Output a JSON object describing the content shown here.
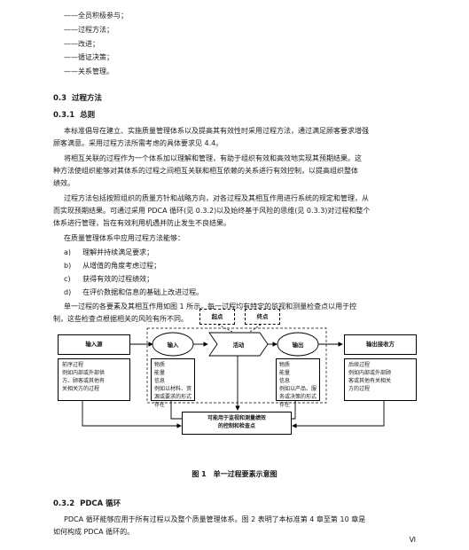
{
  "top_list": [
    "——全员积极参与；",
    "——过程方法；",
    "——改进；",
    "——循证决策；",
    "——关系管理。"
  ],
  "s03": {
    "num": "0.3",
    "title": "过程方法"
  },
  "s031": {
    "num": "0.3.1",
    "title": "总则"
  },
  "para1": [
    "本标准倡导在建立、实施质量管理体系以及提高其有效性时采用过程方法，通过满足顾客要求增强",
    "顾客满意。采用过程方法所需考虑的具体要求见 4.4。"
  ],
  "para2": [
    "将相互关联的过程作为一个体系加以理解和管理，有助于组织有效和高效地实现其预期结果。这",
    "种方法使组织能够对其体系的过程之间相互关联和相互依赖的关系进行有效控制，以提高组织整体",
    "绩效。"
  ],
  "para3": [
    "过程方法包括按照组织的质量方针和战略方向，对各过程及其相互作用进行系统的规定和管理，从",
    "而实现预期结果。可通过采用 PDCA 循环(见 0.3.2)以及始终基于风险的思维(见 0.3.3)对过程和整个",
    "体系进行管理，旨在有效利用机遇并防止发生不良结果。"
  ],
  "para4": "在质量管理体系中应用过程方法能够：",
  "apps": [
    {
      "label": "a)",
      "text": "理解并持续满足要求；"
    },
    {
      "label": "b)",
      "text": "从增值的角度考虑过程；"
    },
    {
      "label": "c)",
      "text": "获得有效的过程绩效；"
    },
    {
      "label": "d)",
      "text": "在评价数据和信息的基础上改进过程。"
    }
  ],
  "para5": [
    "单一过程的各要素及其相互作用如图 1 所示。每一过程均有特定的监视和测量检查点以用于控",
    "制，这些检查点根据相关的风险有所不同。"
  ],
  "diagram": {
    "start": "起点",
    "end": "终点",
    "input_source": {
      "title": "输入源",
      "lines": [
        "前序过程",
        "例如内部或外部供",
        "方、顾客或其他有",
        "关相关方的过程"
      ]
    },
    "input": {
      "title": "输入",
      "lines": [
        "物质",
        "能量",
        "信息",
        "例如以材料、资",
        "源或要求的形式",
        "存在"
      ]
    },
    "activity": {
      "title": "活动"
    },
    "output": {
      "title": "输出",
      "lines": [
        "物质",
        "能量",
        "信息",
        "例如以产品、服",
        "务或决策的形式",
        "存在"
      ]
    },
    "output_receiver": {
      "title": "输出接收方",
      "lines": [
        "后续过程",
        "例如内部或外部顾",
        "客或其他有关相关",
        "方的过程"
      ]
    },
    "control": {
      "lines": [
        "可能用于监视和测量绩效",
        "的控制和检查点"
      ]
    }
  },
  "figure_caption": "图 1　单一过程要素示意图",
  "s032": {
    "num": "0.3.2",
    "title": "PDCA 循环"
  },
  "para6": [
    "PDCA 循环能够应用于所有过程以及整个质量管理体系。图 2 表明了本标准第 4 章至第 10 章是",
    "如何构成 PDCA 循环的。"
  ],
  "page_number": "Ⅵ"
}
